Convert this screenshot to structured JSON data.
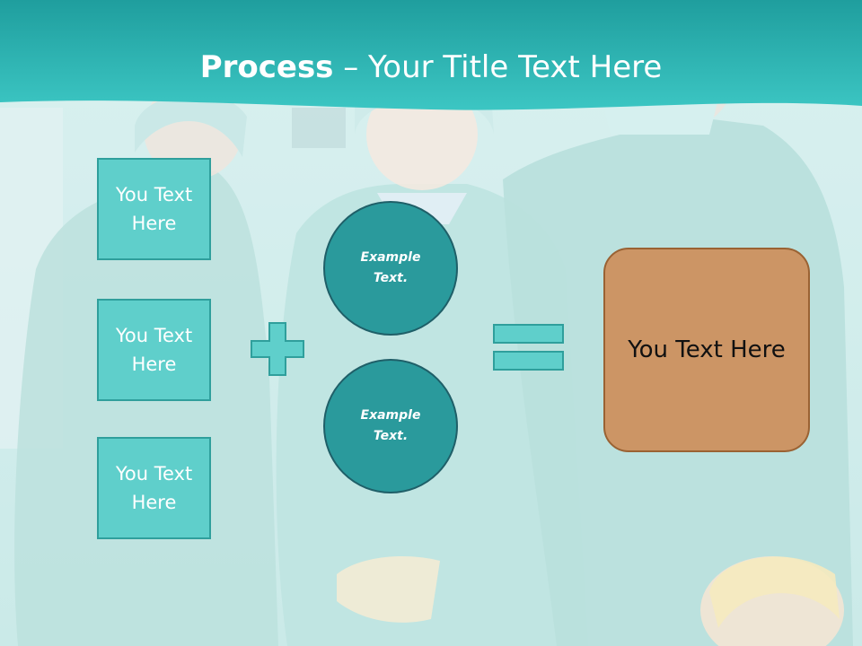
{
  "slide": {
    "title_strong": "Process",
    "title_rest": " – Your Title Text Here",
    "colors": {
      "accent": "#2fbfbf",
      "box_fill": "#5fcfcb",
      "circle_fill": "#2a9a9c",
      "result_fill": "#cc9565"
    }
  },
  "inputs": [
    {
      "label": "You Text Here"
    },
    {
      "label": "You Text Here"
    },
    {
      "label": "You Text Here"
    }
  ],
  "circles": [
    {
      "label": "Example Text."
    },
    {
      "label": "Example Text."
    }
  ],
  "operators": {
    "plus_icon": "plus-icon",
    "equals_icon": "equals-icon"
  },
  "result": {
    "label": "You Text Here"
  },
  "background": {
    "image": "surgical-team-photo"
  }
}
